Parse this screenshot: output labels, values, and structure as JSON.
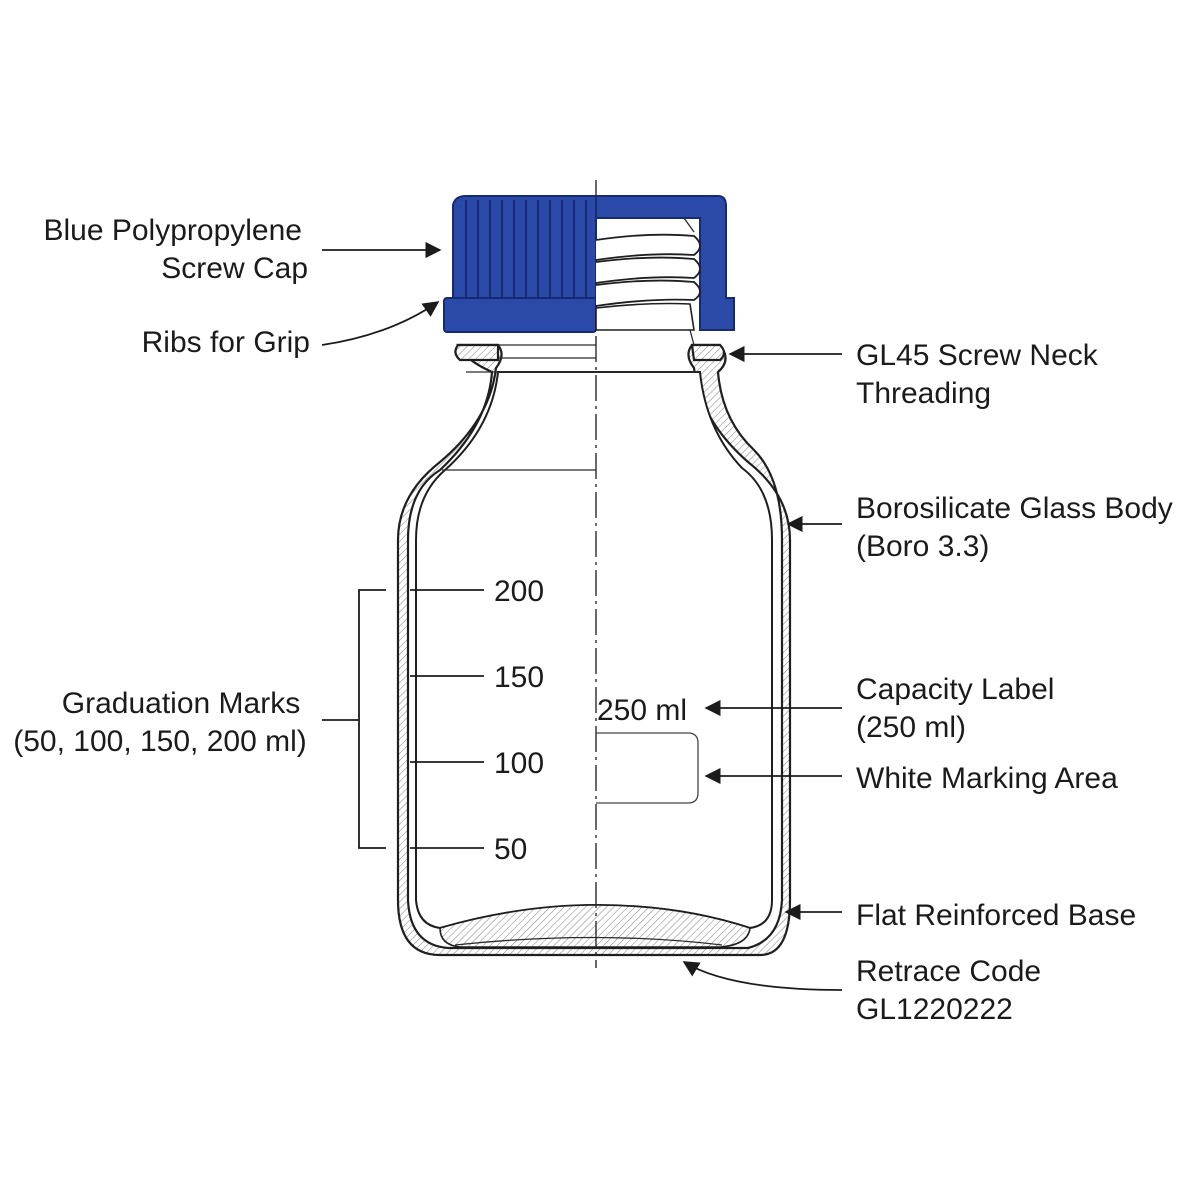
{
  "callouts": {
    "cap": [
      "Blue Polypropylene",
      "Screw Cap"
    ],
    "ribs": [
      "Ribs for Grip"
    ],
    "neck": [
      "GL45 Screw Neck",
      "Threading"
    ],
    "body": [
      "Borosilicate Glass Body",
      "(Boro 3.3)"
    ],
    "graduations": [
      "Graduation Marks",
      "(50, 100, 150, 200 ml)"
    ],
    "capacity": [
      "Capacity Label",
      "(250 ml)"
    ],
    "marking": [
      "White Marking Area"
    ],
    "base": [
      "Flat Reinforced Base"
    ],
    "retrace": [
      "Retrace Code",
      "GL1220222"
    ]
  },
  "scale": {
    "capacity_text": "250 ml",
    "marks": [
      "200",
      "150",
      "100",
      "50"
    ]
  },
  "colors": {
    "cap_blue": "#2b4aa8",
    "cap_dark": "#1c3286",
    "ink": "#1b1b1b"
  }
}
